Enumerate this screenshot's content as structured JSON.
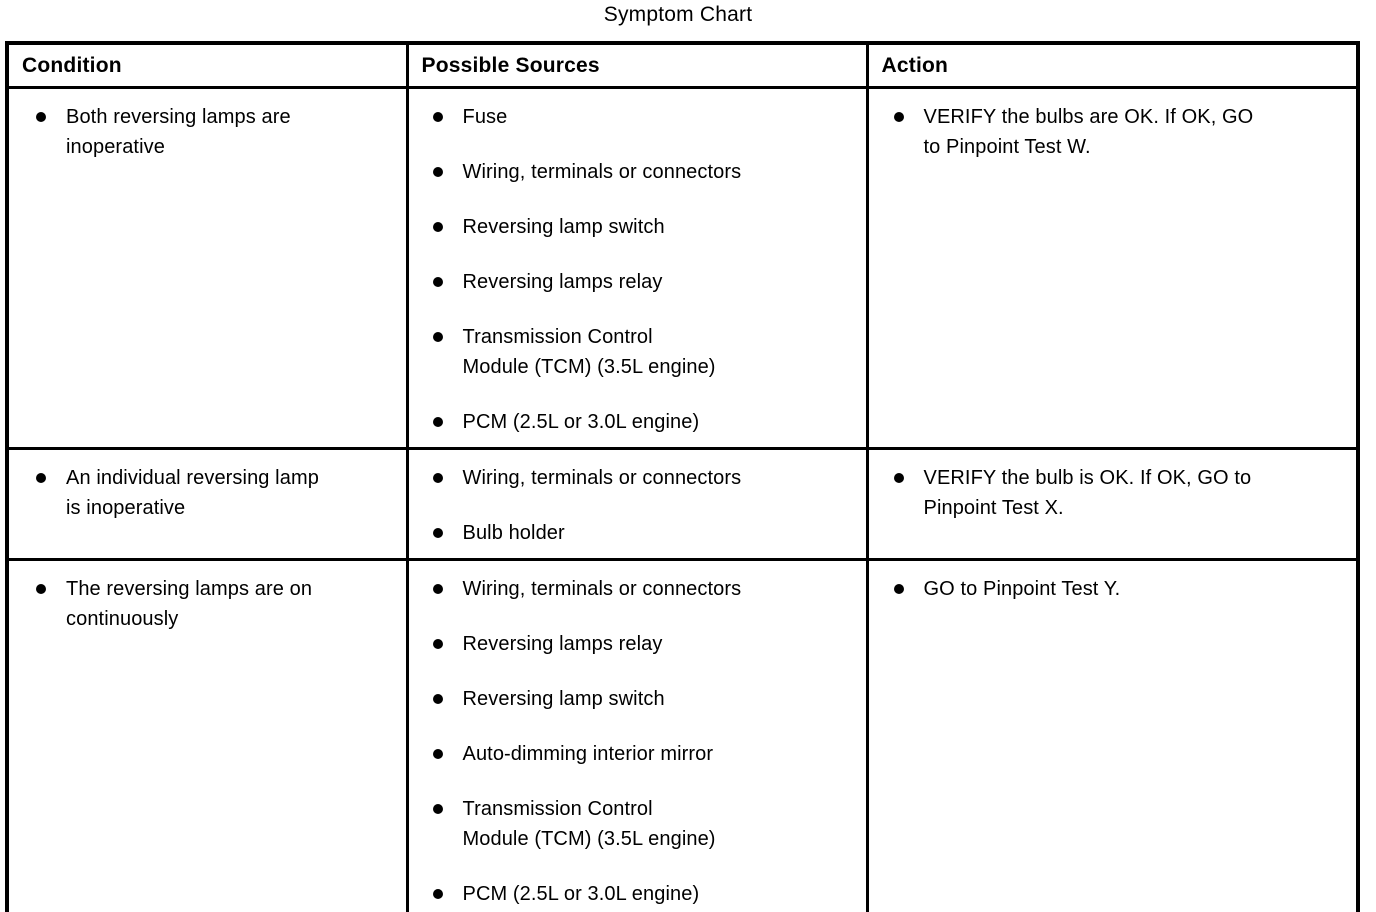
{
  "title": "Symptom Chart",
  "table": {
    "headers": [
      "Condition",
      "Possible Sources",
      "Action"
    ],
    "rows": [
      {
        "condition": [
          "Both reversing lamps are\ninoperative"
        ],
        "sources": [
          "Fuse",
          "Wiring, terminals or connectors",
          "Reversing lamp switch",
          "Reversing lamps relay",
          "Transmission Control\nModule (TCM) (3.5L engine)",
          "PCM (2.5L or 3.0L engine)"
        ],
        "action": [
          "VERIFY the bulbs are OK. If OK, GO\nto Pinpoint Test W."
        ]
      },
      {
        "condition": [
          "An individual reversing lamp\nis inoperative"
        ],
        "sources": [
          "Wiring, terminals or connectors",
          "Bulb holder"
        ],
        "action": [
          "VERIFY the bulb is OK. If OK, GO to\nPinpoint Test X."
        ]
      },
      {
        "condition": [
          "The reversing lamps are on\ncontinuously"
        ],
        "sources": [
          "Wiring, terminals or connectors",
          "Reversing lamps relay",
          "Reversing lamp switch",
          "Auto-dimming interior mirror",
          "Transmission Control\nModule (TCM) (3.5L engine)",
          "PCM (2.5L or 3.0L engine)"
        ],
        "action": [
          "GO to Pinpoint Test Y."
        ]
      }
    ]
  }
}
